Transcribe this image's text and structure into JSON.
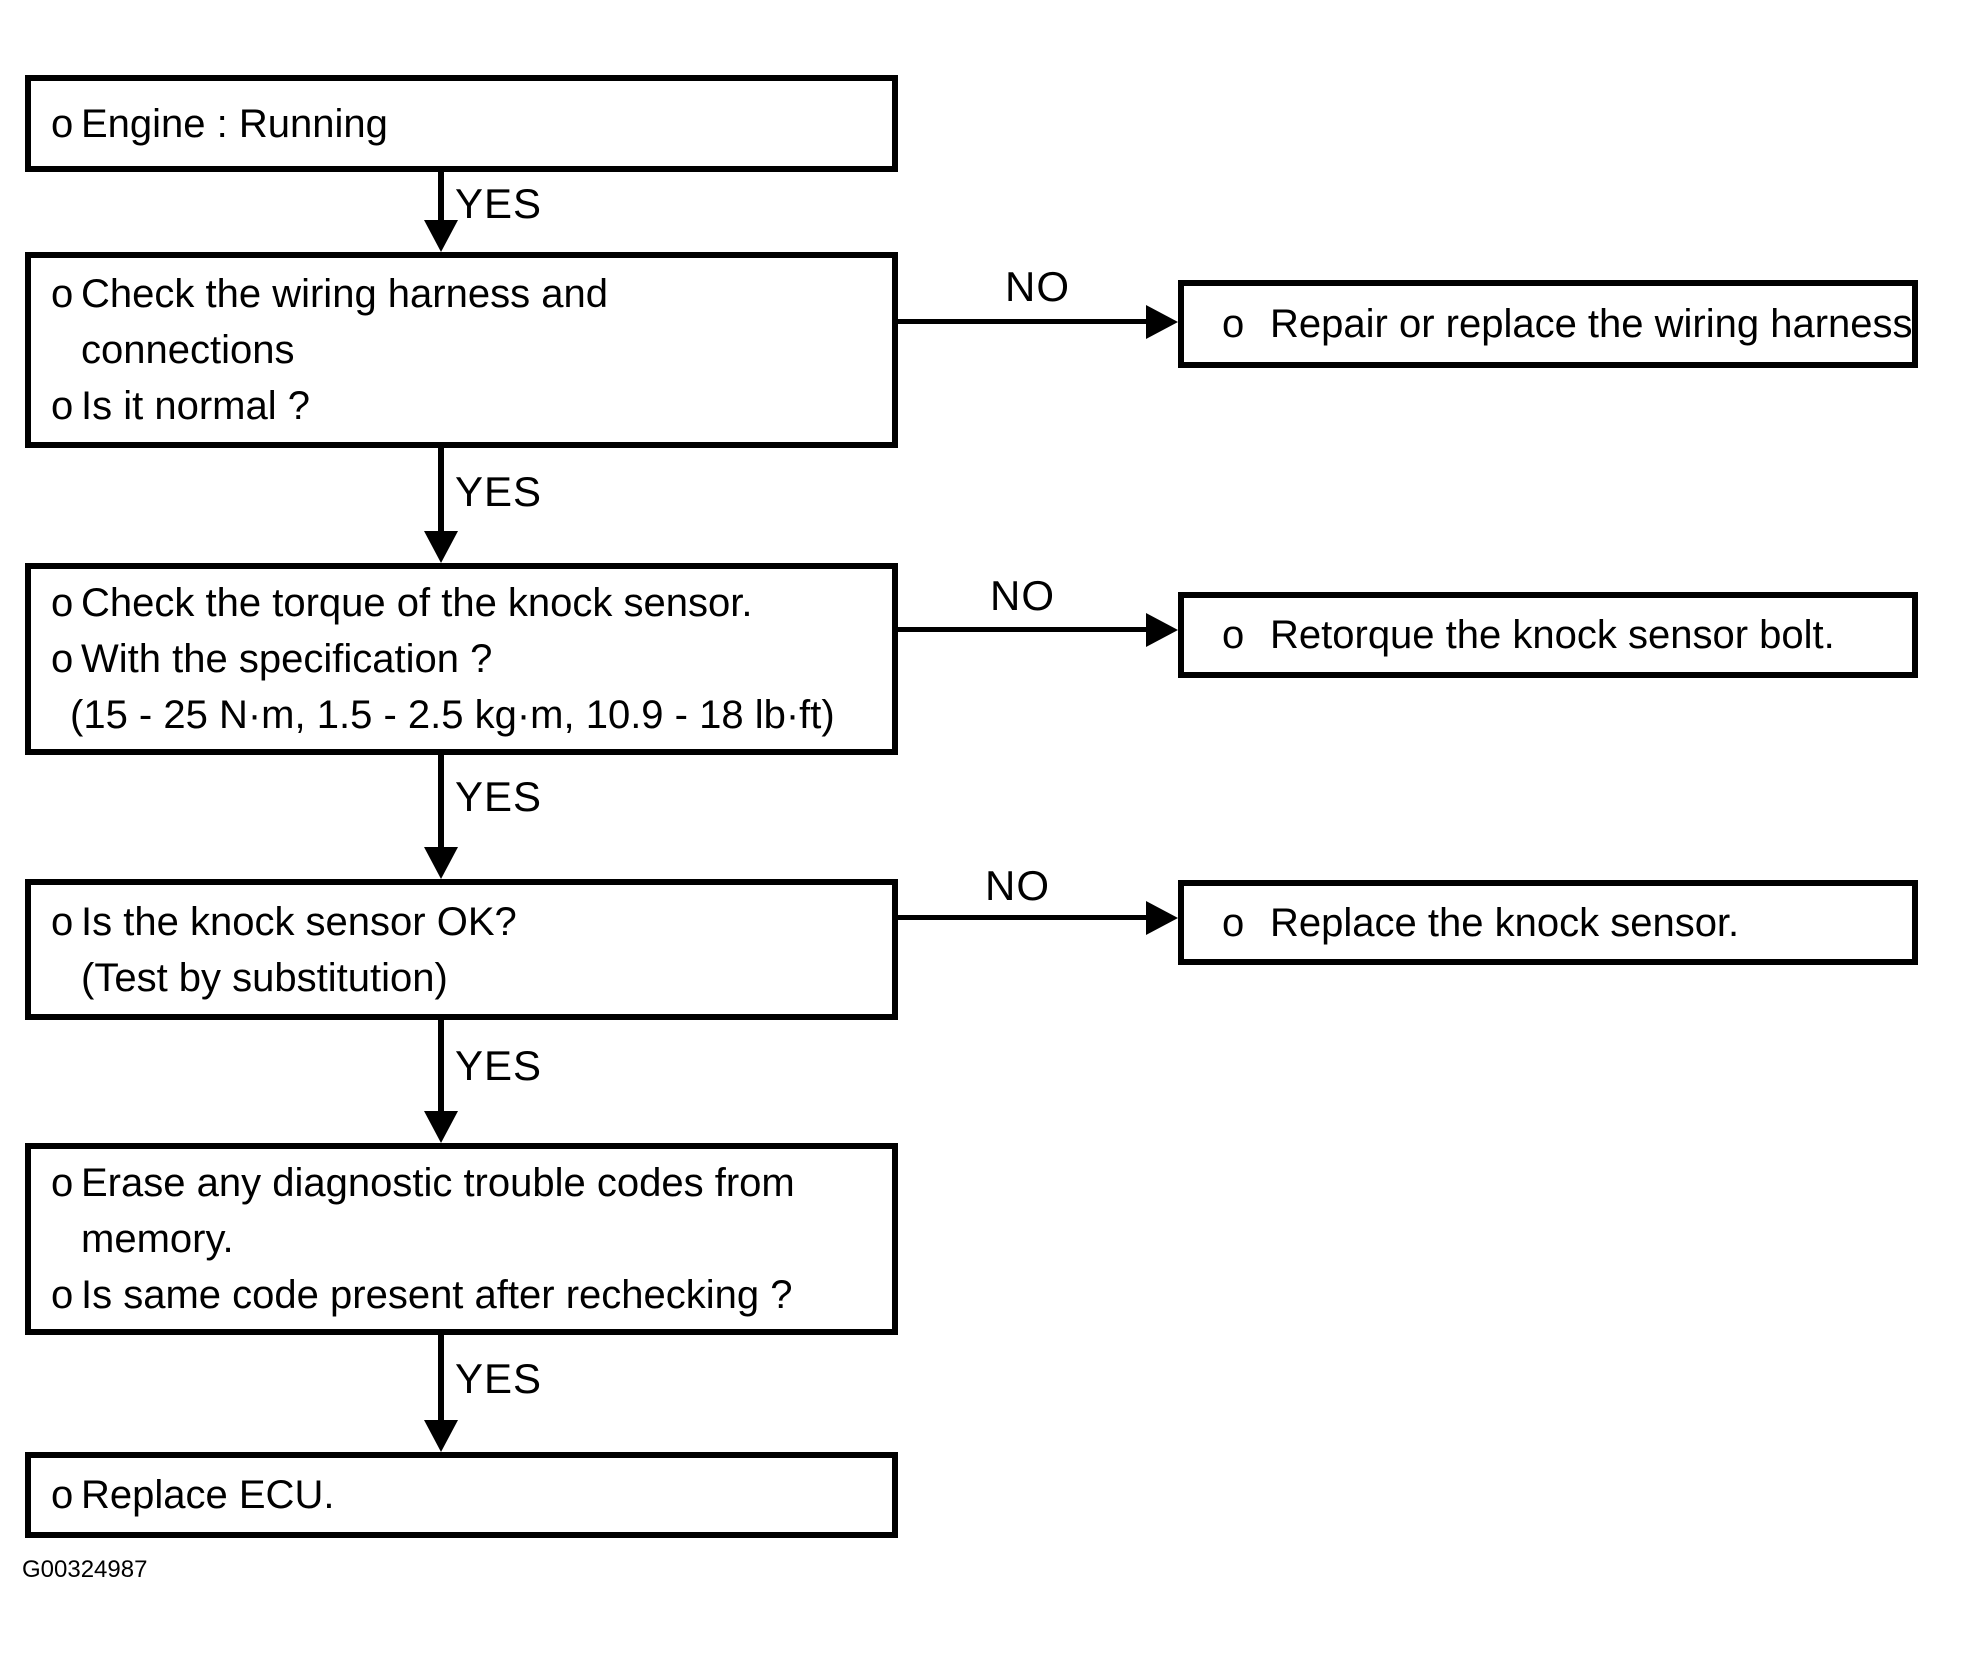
{
  "figure": {
    "code": "G00324987"
  },
  "labels": {
    "yes": "YES",
    "no": "NO"
  },
  "colors": {
    "ink": "#000000",
    "paper": "#ffffff"
  },
  "steps": {
    "engine_running": {
      "lines": [
        {
          "b": "o",
          "t": "Engine : Running"
        }
      ]
    },
    "check_wiring": {
      "lines": [
        {
          "b": "o",
          "t": "Check the wiring harness and"
        },
        {
          "b": "",
          "t": "connections"
        },
        {
          "b": "o",
          "t": "Is it normal ?"
        }
      ]
    },
    "check_torque": {
      "lines": [
        {
          "b": "o",
          "t": "Check the torque of the knock sensor."
        },
        {
          "b": "o",
          "t": "With the specification ?"
        },
        {
          "b": "",
          "t": "(15 - 25 N·m, 1.5 - 2.5 kg·m, 10.9 - 18 lb·ft)"
        }
      ]
    },
    "sensor_ok": {
      "lines": [
        {
          "b": "o",
          "t": "Is the knock sensor OK?"
        },
        {
          "b": "",
          "t": "(Test by substitution)"
        }
      ]
    },
    "erase_codes": {
      "lines": [
        {
          "b": "o",
          "t": "Erase any diagnostic trouble codes from"
        },
        {
          "b": "",
          "t": "memory."
        },
        {
          "b": "o",
          "t": "Is same code present after rechecking ?"
        }
      ]
    },
    "replace_ecu": {
      "lines": [
        {
          "b": "o",
          "t": "Replace ECU."
        }
      ]
    }
  },
  "actions": {
    "repair_wiring": {
      "lines": [
        {
          "b": "o",
          "t": "Repair or replace the wiring harness"
        }
      ]
    },
    "retorque_bolt": {
      "lines": [
        {
          "b": "o",
          "t": "Retorque the knock sensor bolt."
        }
      ]
    },
    "replace_sensor": {
      "lines": [
        {
          "b": "o",
          "t": "Replace the knock sensor."
        }
      ]
    }
  }
}
